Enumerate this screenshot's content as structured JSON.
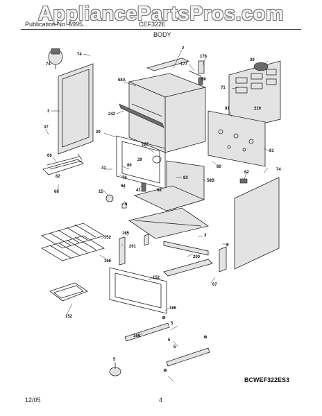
{
  "watermark": "AppliancePartsPros.com",
  "header": {
    "left_text": "Publication No. 5995...",
    "model_text": "CEF322E",
    "section": "BODY"
  },
  "model_code": "BCWEF322ES3",
  "footer": {
    "date": "12/05",
    "page": "4"
  },
  "callouts": [
    "74",
    "74",
    "2",
    "178",
    "177",
    "59",
    "58A",
    "39",
    "71",
    "3",
    "242",
    "81",
    "219",
    "37",
    "29",
    "127",
    "81",
    "66",
    "41",
    "86",
    "29",
    "80",
    "76",
    "83",
    "58B",
    "62",
    "74",
    "15",
    "54",
    "41",
    "68",
    "68",
    "82",
    "6",
    "152",
    "165",
    "201",
    "3",
    "6",
    "166",
    "200",
    "152",
    "67",
    "152",
    "166",
    "5",
    "166",
    "5",
    "5",
    "5"
  ]
}
